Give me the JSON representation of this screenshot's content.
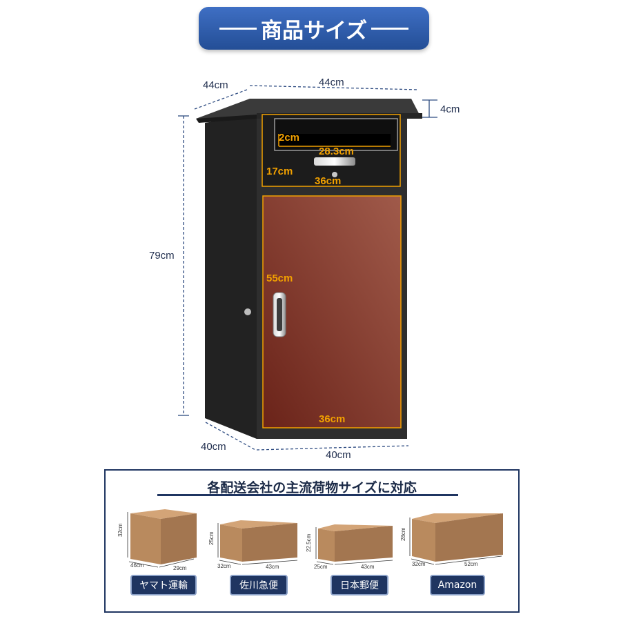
{
  "title": "商品サイズ",
  "product_dims": {
    "depth_top": "44cm",
    "width_top": "44cm",
    "roof_height": "4cm",
    "height": "79cm",
    "slot_height": "2cm",
    "slot_width": "28.3cm",
    "upper_door_height": "17cm",
    "upper_door_width": "36cm",
    "lower_door_height": "55cm",
    "lower_door_width": "36cm",
    "depth_bottom": "40cm",
    "width_bottom": "40cm"
  },
  "panel": {
    "title": "各配送会社の主流荷物サイズに対応",
    "boxes": [
      {
        "carrier": "ヤマト運輸",
        "height": "32cm",
        "depth": "46cm",
        "width": "29cm"
      },
      {
        "carrier": "佐川急便",
        "height": "25cm",
        "depth": "32cm",
        "width": "43cm"
      },
      {
        "carrier": "日本郵便",
        "height": "22.5cm",
        "depth": "25cm",
        "width": "43cm"
      },
      {
        "carrier": "Amazon",
        "height": "28cm",
        "depth": "32cm",
        "width": "52cm"
      }
    ]
  },
  "colors": {
    "title_bg": "#2f5fb0",
    "cabinet": "#2b2b2b",
    "door": "#7e2f24",
    "dimension_line": "#2c4a80",
    "dimension_label": "#f2a100",
    "cardboard": "#b98a5e"
  }
}
